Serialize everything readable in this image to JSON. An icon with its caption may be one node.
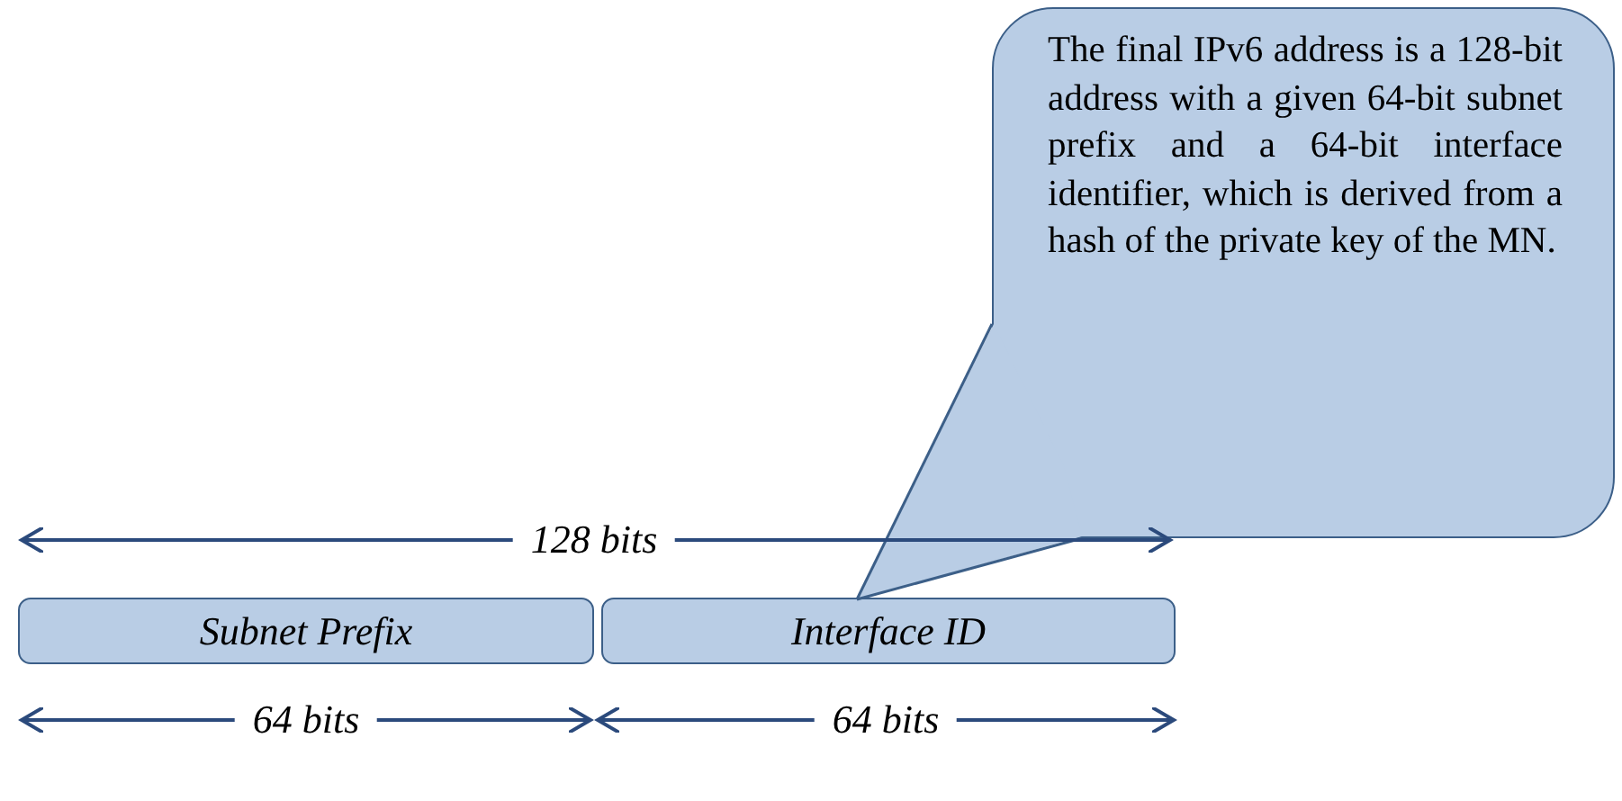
{
  "diagram": {
    "nodes": [
      {
        "text": [
          "The final IPv6 address is a 128-bit address with a given 64-bit subnet prefix and a 64-bit interface identifier, which is derived from a hash of the private key of the MN."
        ]
      },
      {
        "text": [
          "Subnet Prefix"
        ]
      },
      {
        "text": [
          "Interface ID"
        ]
      }
    ],
    "edges": [
      {
        "from": 0,
        "to": 2,
        "arrow": "none"
      }
    ],
    "labels": [
      "128 bits",
      "64 bits",
      "64 bits"
    ]
  }
}
